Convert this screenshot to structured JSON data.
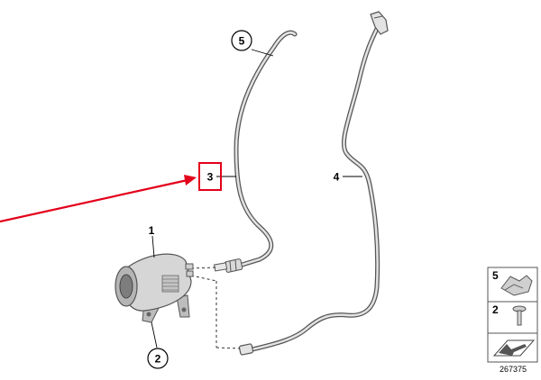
{
  "diagram": {
    "callouts": [
      {
        "id": "1",
        "label": "1"
      },
      {
        "id": "2",
        "label": "2"
      },
      {
        "id": "3",
        "label": "3"
      },
      {
        "id": "4",
        "label": "4"
      },
      {
        "id": "5",
        "label": "5"
      }
    ],
    "legend": [
      {
        "label": "5",
        "part": "clip-icon"
      },
      {
        "label": "2",
        "part": "screw-icon"
      }
    ],
    "diagram_number": "267375",
    "colors": {
      "line": "#555555",
      "part_fill": "#e3e3e3",
      "part_shade": "#9a9a9a",
      "highlight": "#e3001b"
    }
  }
}
